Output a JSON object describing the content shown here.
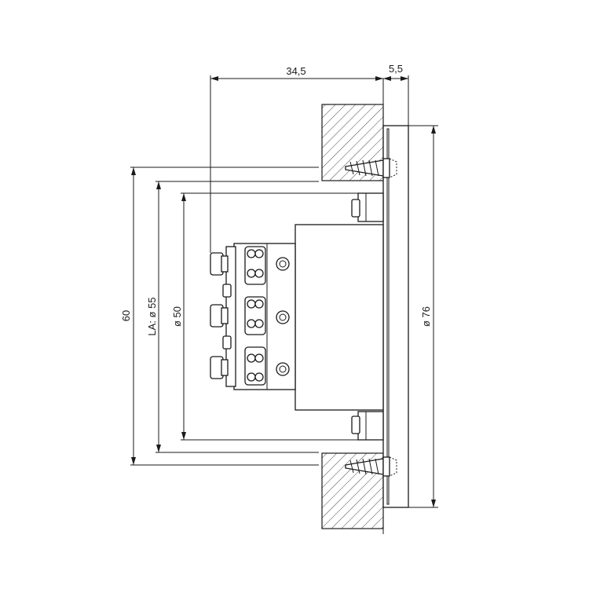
{
  "dimensions": {
    "top_depth": "34,5",
    "top_plate": "5,5",
    "height_60": "60",
    "la_55": "LA: ø 55",
    "dia_50": "ø 50",
    "dia_76": "ø 76"
  },
  "colors": {
    "line": "#1a1a1a",
    "background": "#ffffff"
  }
}
